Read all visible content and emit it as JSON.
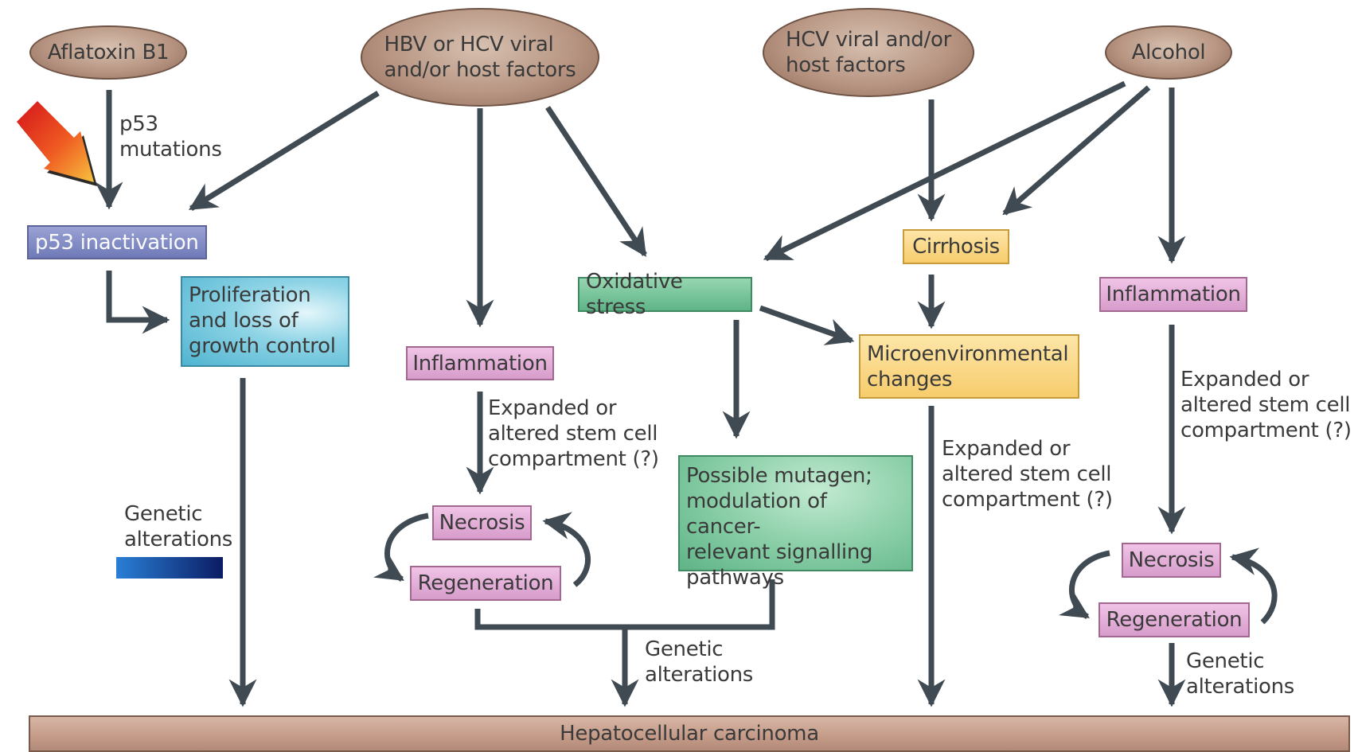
{
  "nodes": {
    "aflatoxin": "Aflatoxin B1",
    "hbv_hcv": "HBV or HCV viral\nand/or host factors",
    "hcv": "HCV viral and/or\nhost factors",
    "alcohol": "Alcohol",
    "p53_inactivation": "p53 inactivation",
    "proliferation": "Proliferation\nand loss of\ngrowth control",
    "oxidative_stress": "Oxidative stress",
    "cirrhosis": "Cirrhosis",
    "inflammation_left": "Inflammation",
    "inflammation_right": "Inflammation",
    "microenvironmental": "Microenvironmental\nchanges",
    "possible_mutagen": "Possible mutagen;\nmodulation of cancer-\nrelevant signalling\npathways",
    "necrosis_left": "Necrosis",
    "regeneration_left": "Regeneration",
    "necrosis_right": "Necrosis",
    "regeneration_right": "Regeneration",
    "hcc": "Hepatocellular carcinoma"
  },
  "labels": {
    "p53_mutations": "p53\nmutations",
    "genetic_alterations_legend": "Genetic\nalterations",
    "stem_cell_1": "Expanded or\naltered stem cell\ncompartment (?)",
    "stem_cell_2": "Expanded or\naltered stem cell\ncompartment (?)",
    "stem_cell_3": "Expanded or\naltered stem cell\ncompartment (?)",
    "genetic_alterations_center": "Genetic\nalterations",
    "genetic_alterations_right": "Genetic\nalterations"
  },
  "colors": {
    "arrow": "#3f4a52",
    "aflatoxin_arrow_start": "#d4141b",
    "aflatoxin_arrow_end": "#f7b63a",
    "genetic_bar_start": "#2a7fd6",
    "genetic_bar_end": "#0b1c63"
  }
}
